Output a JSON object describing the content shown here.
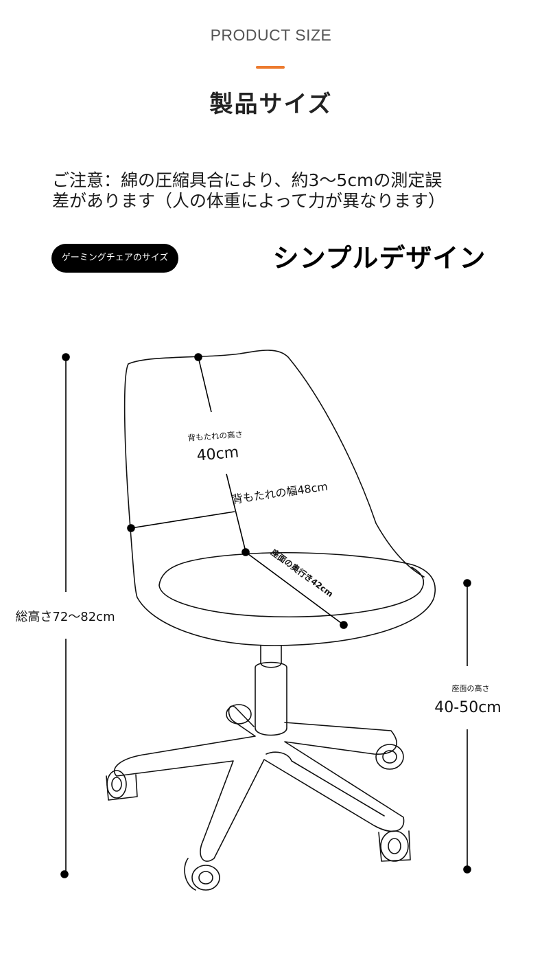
{
  "header": {
    "title_en": "PRODUCT SIZE",
    "title_jp": "製品サイズ",
    "accent_color": "#ec7b2f"
  },
  "notice": {
    "line1": "ご注意：綿の圧縮具合により、約3～5cmの測定誤",
    "line2": "差があります（人の体重によって力が異なります）"
  },
  "tag": {
    "label": "ゲーミングチェアのサイズ"
  },
  "design": {
    "title": "シンプルデザイン"
  },
  "dimensions": {
    "backrest_height_label": "背もたれの高さ",
    "backrest_height_value": "40cm",
    "backrest_width_label": "背もたれの幅48cm",
    "seat_depth_label": "座面の奥行き42cm",
    "total_height_label": "総高さ72～82cm",
    "seat_height_label": "座面の高さ",
    "seat_height_value": "40-50cm"
  },
  "illustration": {
    "subject": "office-chair-line-drawing"
  }
}
